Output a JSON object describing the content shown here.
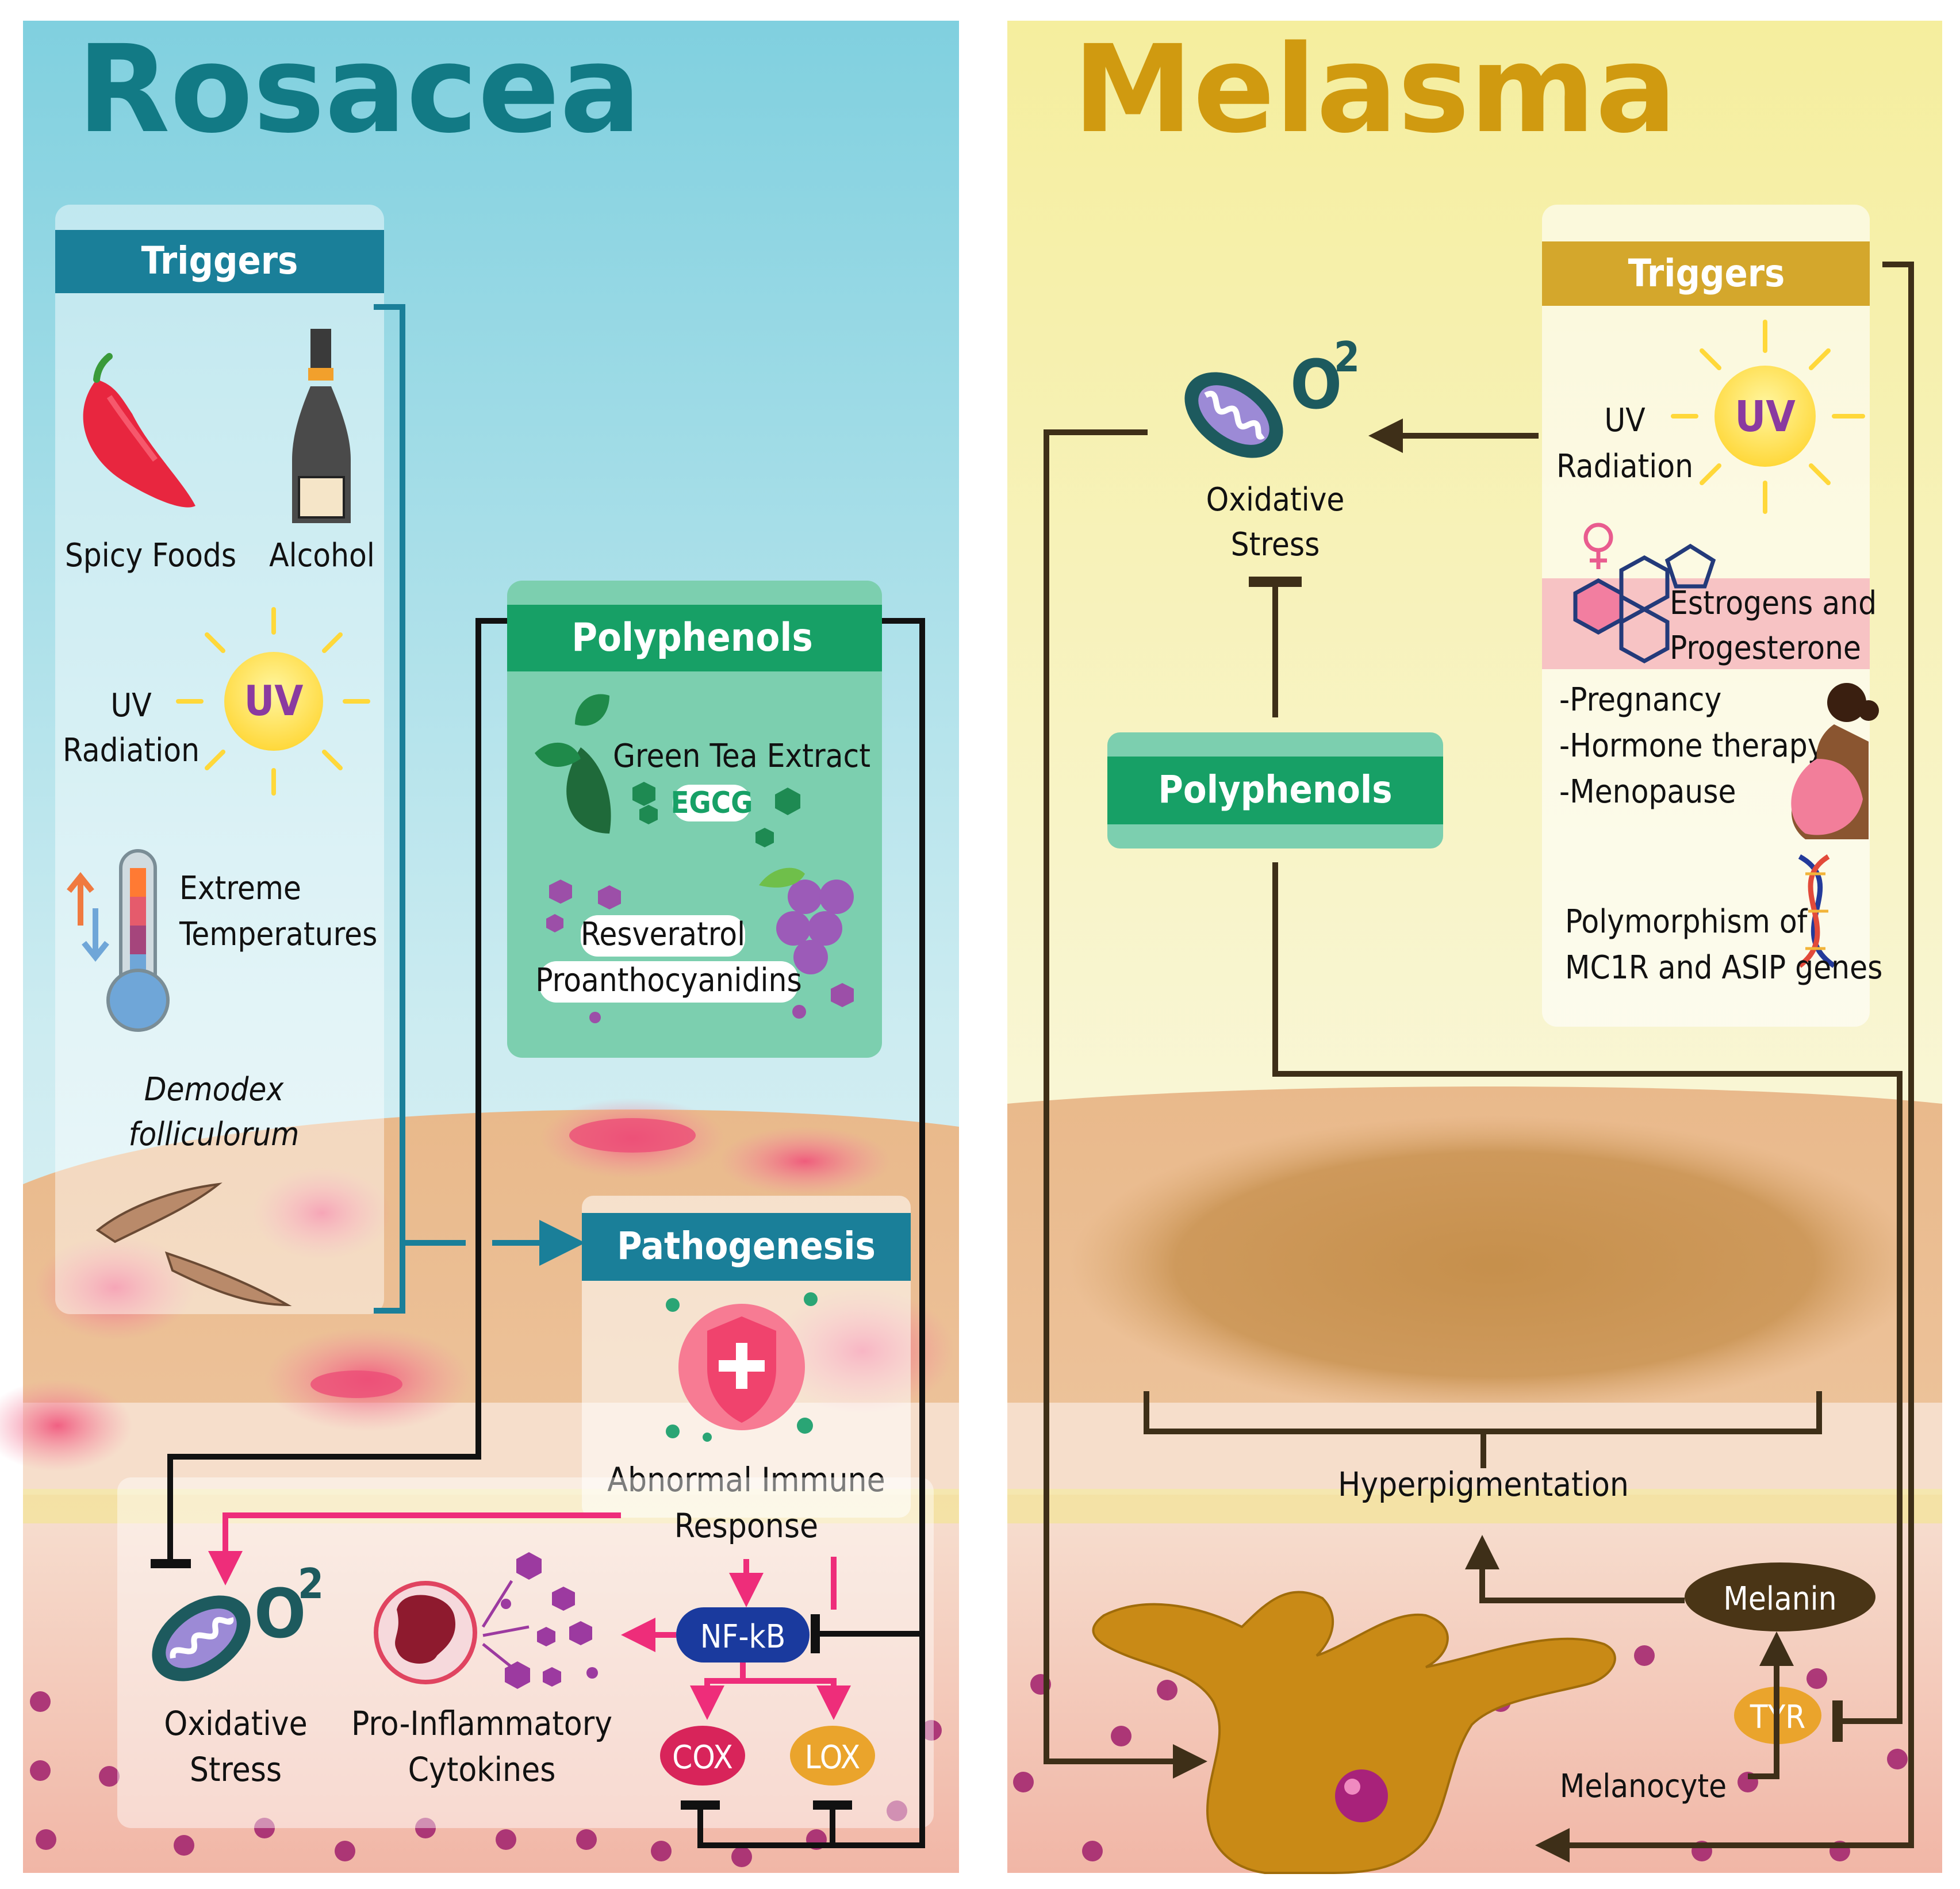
{
  "rosacea": {
    "title": "Rosacea",
    "triggers_header": "Triggers",
    "triggers": {
      "spicy_foods": "Spicy Foods",
      "alcohol": "Alcohol",
      "uv_badge": "UV",
      "uv_line1": "UV",
      "uv_line2": "Radiation",
      "temp_line1": "Extreme",
      "temp_line2": "Temperatures",
      "demodex_line1": "Demodex",
      "demodex_line2": "folliculorum"
    },
    "polyphenols_header": "Polyphenols",
    "polyphenols": {
      "green_tea": "Green Tea Extract",
      "egcg": "EGCG",
      "resveratrol": "Resveratrol",
      "proanthocyanidins": "Proanthocyanidins"
    },
    "pathogenesis_header": "Pathogenesis",
    "immune_line1": "Abnormal Immune",
    "immune_line2": "Response",
    "nfkb": "NF-kB",
    "cox": "COX",
    "lox": "LOX",
    "o2_main": "O",
    "o2_sup": "2",
    "oxidative_line1": "Oxidative",
    "oxidative_line2": "Stress",
    "cytokines_line1": "Pro-Inflammatory",
    "cytokines_line2": "Cytokines"
  },
  "melasma": {
    "title": "Melasma",
    "triggers_header": "Triggers",
    "uv_badge": "UV",
    "uv_line1": "UV",
    "uv_line2": "Radiation",
    "hormone_line1": "Estrogens and",
    "hormone_line2": "Progesterone",
    "hormone_items": [
      "-Pregnancy",
      "-Hormone therapy",
      "-Menopause"
    ],
    "genes_line1": "Polymorphism of",
    "genes_line2": "MC1R and ASIP genes",
    "o2_main": "O",
    "o2_sup": "2",
    "oxidative_line1": "Oxidative",
    "oxidative_line2": "Stress",
    "polyphenols_header": "Polyphenols",
    "hyperpigmentation": "Hyperpigmentation",
    "melanin": "Melanin",
    "tyr": "TYR",
    "melanocyte": "Melanocyte"
  },
  "colors": {
    "rosacea_title": "#127a85",
    "rosacea_header": "#1a7f99",
    "melasma_title": "#d09a10",
    "melasma_header": "#d4a72c",
    "polyphenol_green": "#17a066",
    "pathway_pink": "#ee2d7a",
    "nfkb_blue": "#1a3a9e",
    "cox_red": "#d8245a",
    "lox_orange": "#eaa42c",
    "melanin_brown": "#4a3516"
  }
}
